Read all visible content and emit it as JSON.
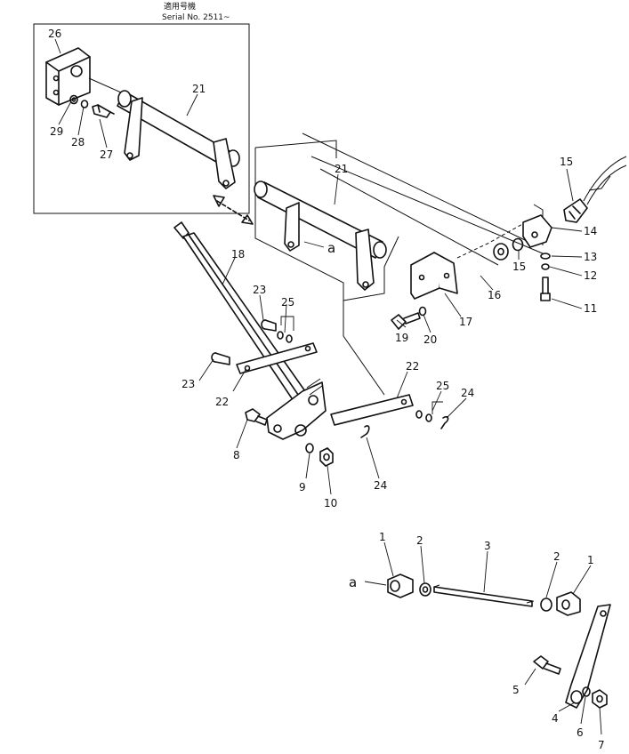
{
  "header": {
    "kanji_line": "適用号機",
    "serial_line": "Serial No. 2511~"
  },
  "callouts": {
    "c26": "26",
    "c21a": "21",
    "c29": "29",
    "c28": "28",
    "c27": "27",
    "c21b": "21",
    "a1": "a",
    "c15a": "15",
    "c14": "14",
    "c13": "13",
    "c12": "12",
    "c11": "11",
    "c15b": "15",
    "c16": "16",
    "c17": "17",
    "c18": "18",
    "c23a": "23",
    "c25a": "25",
    "c19": "19",
    "c20": "20",
    "c23b": "23",
    "c22a": "22",
    "c22b": "22",
    "c25b": "25",
    "c24a": "24",
    "c8": "8",
    "c9": "9",
    "c10": "10",
    "c24b": "24",
    "c1a": "1",
    "c2a": "2",
    "c3": "3",
    "c2b": "2",
    "c1b": "1",
    "a2": "a",
    "c5": "5",
    "c4": "4",
    "c6": "6",
    "c7": "7"
  }
}
